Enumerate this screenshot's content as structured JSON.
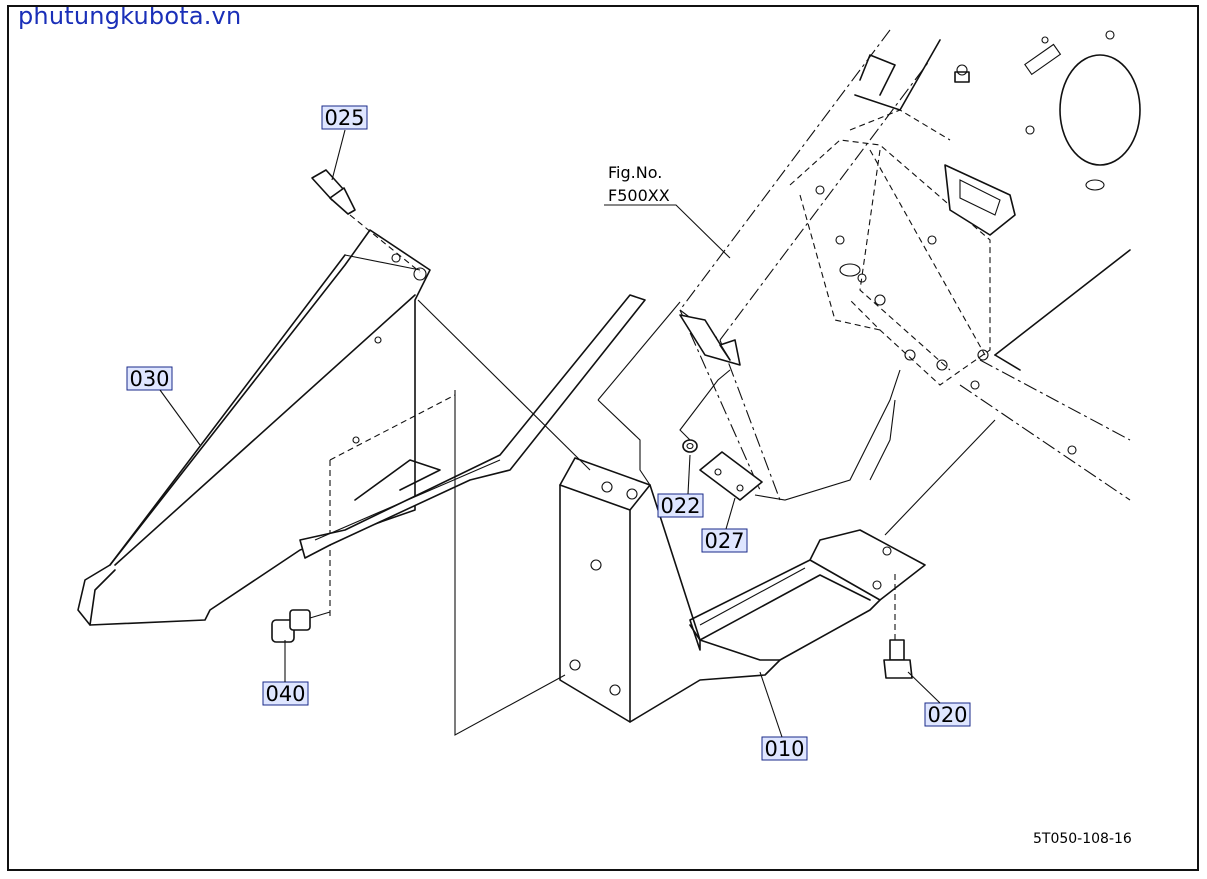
{
  "watermark": "phutungkubota.vn",
  "figure_ref": {
    "line1": "Fig.No.",
    "line2": "F500XX"
  },
  "diagram_code": "5T050-108-16",
  "callouts": [
    {
      "id": "025",
      "label": "025"
    },
    {
      "id": "030",
      "label": "030"
    },
    {
      "id": "040",
      "label": "040"
    },
    {
      "id": "022",
      "label": "022"
    },
    {
      "id": "027",
      "label": "027"
    },
    {
      "id": "010",
      "label": "010"
    },
    {
      "id": "020",
      "label": "020"
    }
  ]
}
